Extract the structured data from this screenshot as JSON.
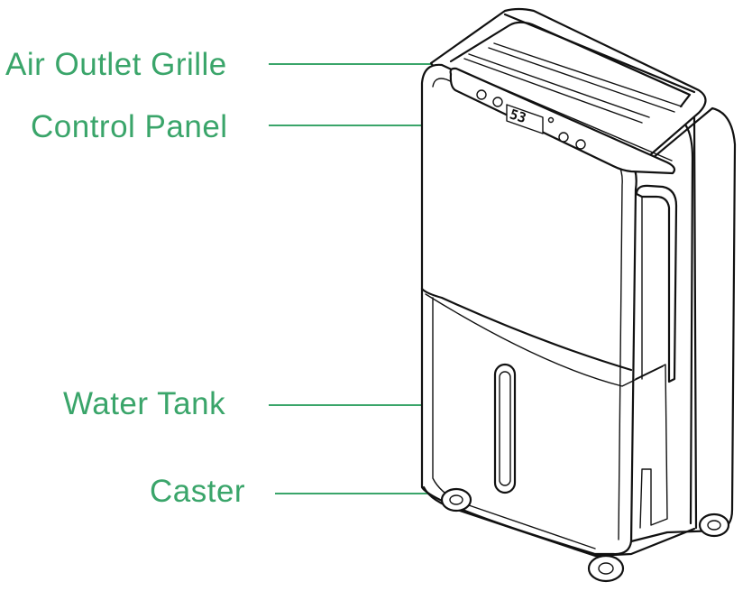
{
  "callouts": {
    "air_outlet_grille": "Air Outlet Grille",
    "control_panel": "Control Panel",
    "water_tank": "Water  Tank",
    "caster": "Caster"
  },
  "display": {
    "digits": "53"
  },
  "colors": {
    "label": "#3aa56a",
    "outline": "#111111",
    "background": "#ffffff"
  }
}
